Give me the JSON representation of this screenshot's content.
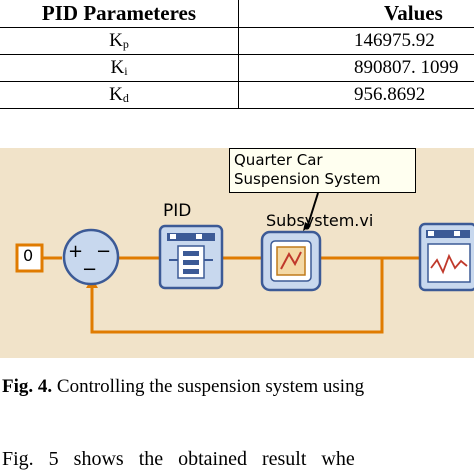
{
  "table": {
    "headers": [
      "PID Parameteres",
      "Values"
    ],
    "rows": [
      {
        "symbol": "K",
        "subscript": "p",
        "value": "146975.92"
      },
      {
        "symbol": "K",
        "subscript": "i",
        "value": "890807. 1099"
      },
      {
        "symbol": "K",
        "subscript": "d",
        "value": "956.8692"
      }
    ]
  },
  "diagram": {
    "constant_value": "0",
    "sum_plus": "+",
    "sum_minus": "−",
    "pid_label": "PID",
    "tooltip_line1": "Quarter Car",
    "tooltip_line2": "Suspension System",
    "subsystem_label": "Subsystem.vi",
    "colors": {
      "background": "#f1e3c9",
      "wire": "#e07b00",
      "node_fill": "#c8d8ee",
      "node_border": "#3c5a96"
    }
  },
  "caption": {
    "label": "Fig. 4.",
    "text": " Controlling the suspension system using"
  },
  "body_text": "Fig. 5 shows the obtained result whe"
}
